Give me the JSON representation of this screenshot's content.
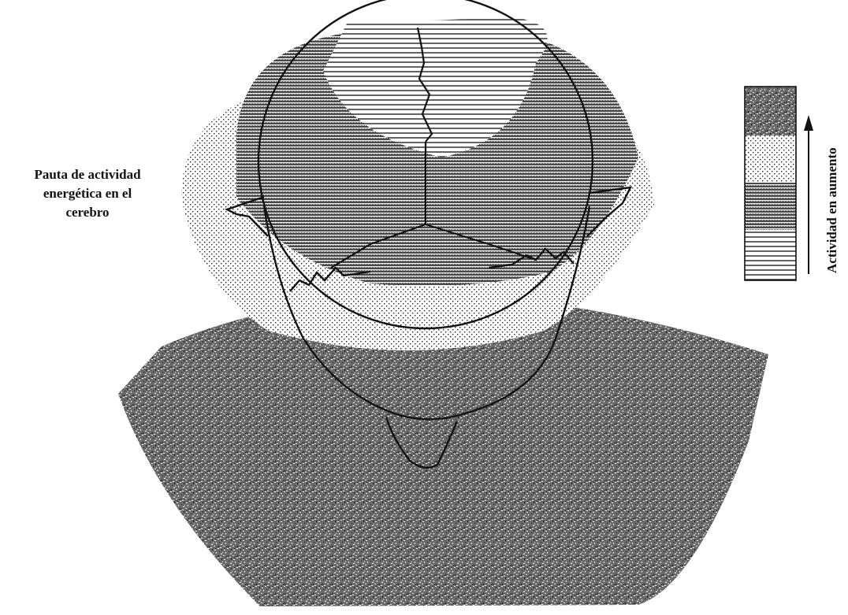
{
  "caption": {
    "line1": "Pauta de actividad",
    "line2": "energética en el",
    "line3": "cerebro"
  },
  "scale": {
    "label": "Actividad en aumento",
    "levels": [
      "highest",
      "high",
      "medium",
      "low"
    ]
  },
  "colors": {
    "ink": "#111111",
    "background": "#ffffff"
  }
}
